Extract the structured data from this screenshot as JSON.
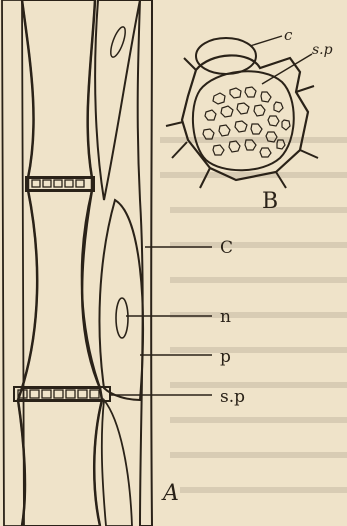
{
  "figure": {
    "label_a": "A",
    "label_b": "B",
    "callouts_a": [
      "C",
      "n",
      "p",
      "s.p"
    ],
    "callouts_b": [
      "c",
      "s.p"
    ]
  },
  "colors": {
    "paper": "#efe3c9",
    "ink": "#2a2218",
    "stipple": "#4a3f30"
  }
}
